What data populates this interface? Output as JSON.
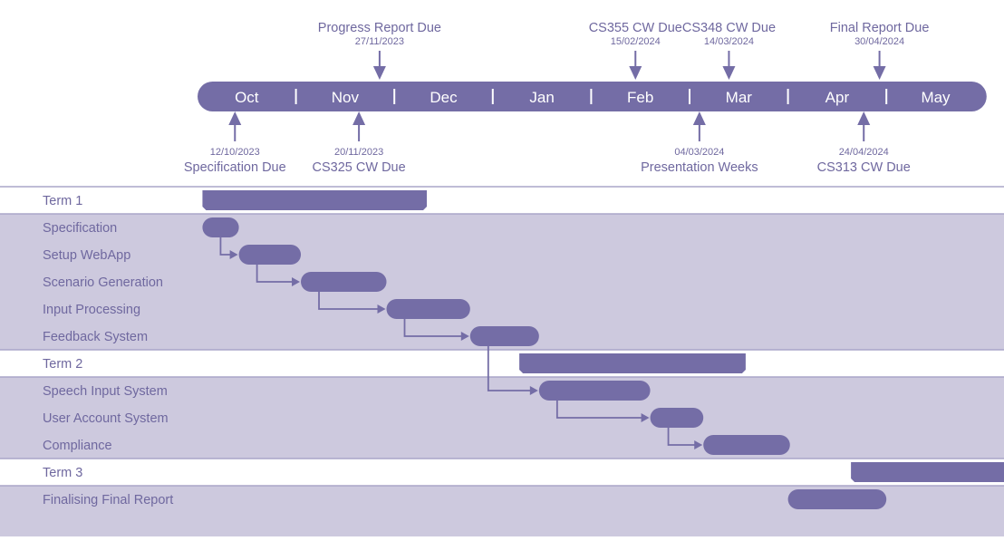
{
  "colors": {
    "bar": "#746da6",
    "band": "#cdc9de",
    "band_line": "#aaa5c8",
    "text": "#6f689f",
    "white": "#ffffff"
  },
  "timeline": {
    "months": [
      "Oct",
      "Nov",
      "Dec",
      "Jan",
      "Feb",
      "Mar",
      "Apr",
      "May"
    ]
  },
  "milestones_top": [
    {
      "name": "milestone-progress-report",
      "label": "Progress Report Due",
      "date": "27/11/2023",
      "month_pos": 1.85
    },
    {
      "name": "milestone-cs355",
      "label": "CS355 CW Due",
      "date": "15/02/2024",
      "month_pos": 4.45
    },
    {
      "name": "milestone-cs348",
      "label": "CS348 CW Due",
      "date": "14/03/2024",
      "month_pos": 5.4
    },
    {
      "name": "milestone-final-report",
      "label": "Final Report Due",
      "date": "30/04/2024",
      "month_pos": 6.93
    }
  ],
  "milestones_bottom": [
    {
      "name": "milestone-specification",
      "label": "Specification Due",
      "date": "12/10/2023",
      "month_pos": 0.38
    },
    {
      "name": "milestone-cs325",
      "label": "CS325 CW Due",
      "date": "20/11/2023",
      "month_pos": 1.64
    },
    {
      "name": "milestone-presentation",
      "label": "Presentation Weeks",
      "date": "04/03/2024",
      "month_pos": 5.1
    },
    {
      "name": "milestone-cs313",
      "label": "CS313 CW Due",
      "date": "24/04/2024",
      "month_pos": 6.77
    }
  ],
  "rows": [
    {
      "label": "Term 1",
      "kind": "term",
      "start": 0.05,
      "end": 2.33
    },
    {
      "label": "Specification",
      "kind": "task",
      "start": 0.05,
      "end": 0.42
    },
    {
      "label": "Setup WebApp",
      "kind": "task",
      "start": 0.42,
      "end": 1.05
    },
    {
      "label": "Scenario Generation",
      "kind": "task",
      "start": 1.05,
      "end": 1.92
    },
    {
      "label": "Input Processing",
      "kind": "task",
      "start": 1.92,
      "end": 2.77
    },
    {
      "label": "Feedback System",
      "kind": "task",
      "start": 2.77,
      "end": 3.47
    },
    {
      "label": "Term 2",
      "kind": "term",
      "start": 3.27,
      "end": 5.57
    },
    {
      "label": "Speech Input System",
      "kind": "task",
      "start": 3.47,
      "end": 4.6
    },
    {
      "label": "User Account System",
      "kind": "task",
      "start": 4.6,
      "end": 5.14
    },
    {
      "label": "Compliance",
      "kind": "task",
      "start": 5.14,
      "end": 6.02
    },
    {
      "label": "Term 3",
      "kind": "term",
      "start": 6.64,
      "end": 8.3
    },
    {
      "label": "Finalising Final Report",
      "kind": "task",
      "start": 6.0,
      "end": 7.0
    }
  ],
  "dependencies": [
    {
      "from": 1,
      "to": 2
    },
    {
      "from": 2,
      "to": 3
    },
    {
      "from": 3,
      "to": 4
    },
    {
      "from": 4,
      "to": 5
    },
    {
      "from": 5,
      "to": 7
    },
    {
      "from": 7,
      "to": 8
    },
    {
      "from": 8,
      "to": 9
    }
  ]
}
